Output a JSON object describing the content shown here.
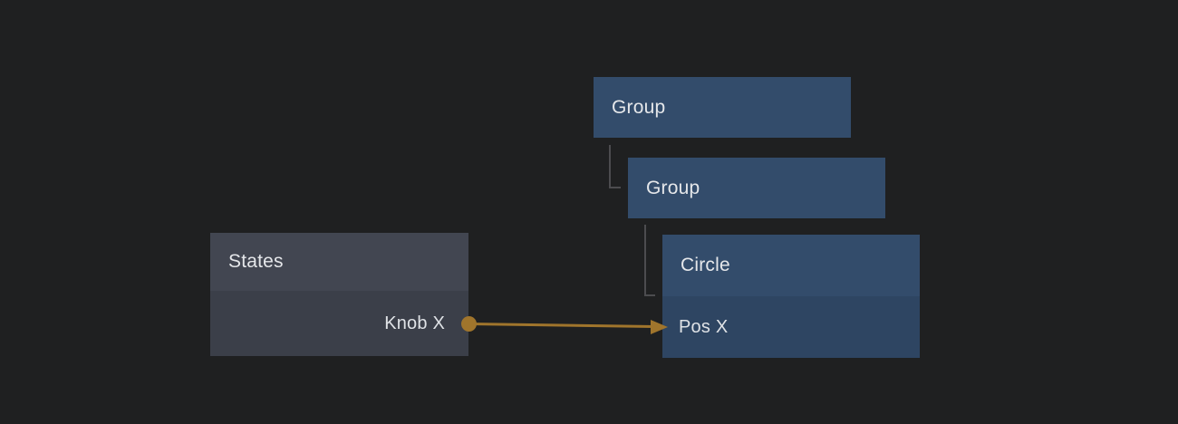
{
  "canvas": {
    "background_color": "#1f2021",
    "text_color": "#e5e7ea"
  },
  "nodes": {
    "group_outer": {
      "title": "Group",
      "header_color": "#334c6b"
    },
    "group_inner": {
      "title": "Group",
      "header_color": "#334c6b"
    },
    "circle": {
      "title": "Circle",
      "header_color": "#334c6b",
      "body_color": "#2e4562",
      "rows": [
        {
          "label": "Pos X",
          "port": "input"
        }
      ]
    },
    "states": {
      "title": "States",
      "header_color": "#424651",
      "body_color": "#3b3f49",
      "rows": [
        {
          "label": "Knob X",
          "port": "output"
        }
      ]
    }
  },
  "hierarchy": {
    "connector_color": "#4c4c4f",
    "edges": [
      {
        "parent": "Group",
        "child": "Group"
      },
      {
        "parent": "Group",
        "child": "Circle"
      }
    ]
  },
  "connection": {
    "from_node": "States",
    "from_port": "Knob X",
    "to_node": "Circle",
    "to_port": "Pos X",
    "color": "#a0752c"
  }
}
